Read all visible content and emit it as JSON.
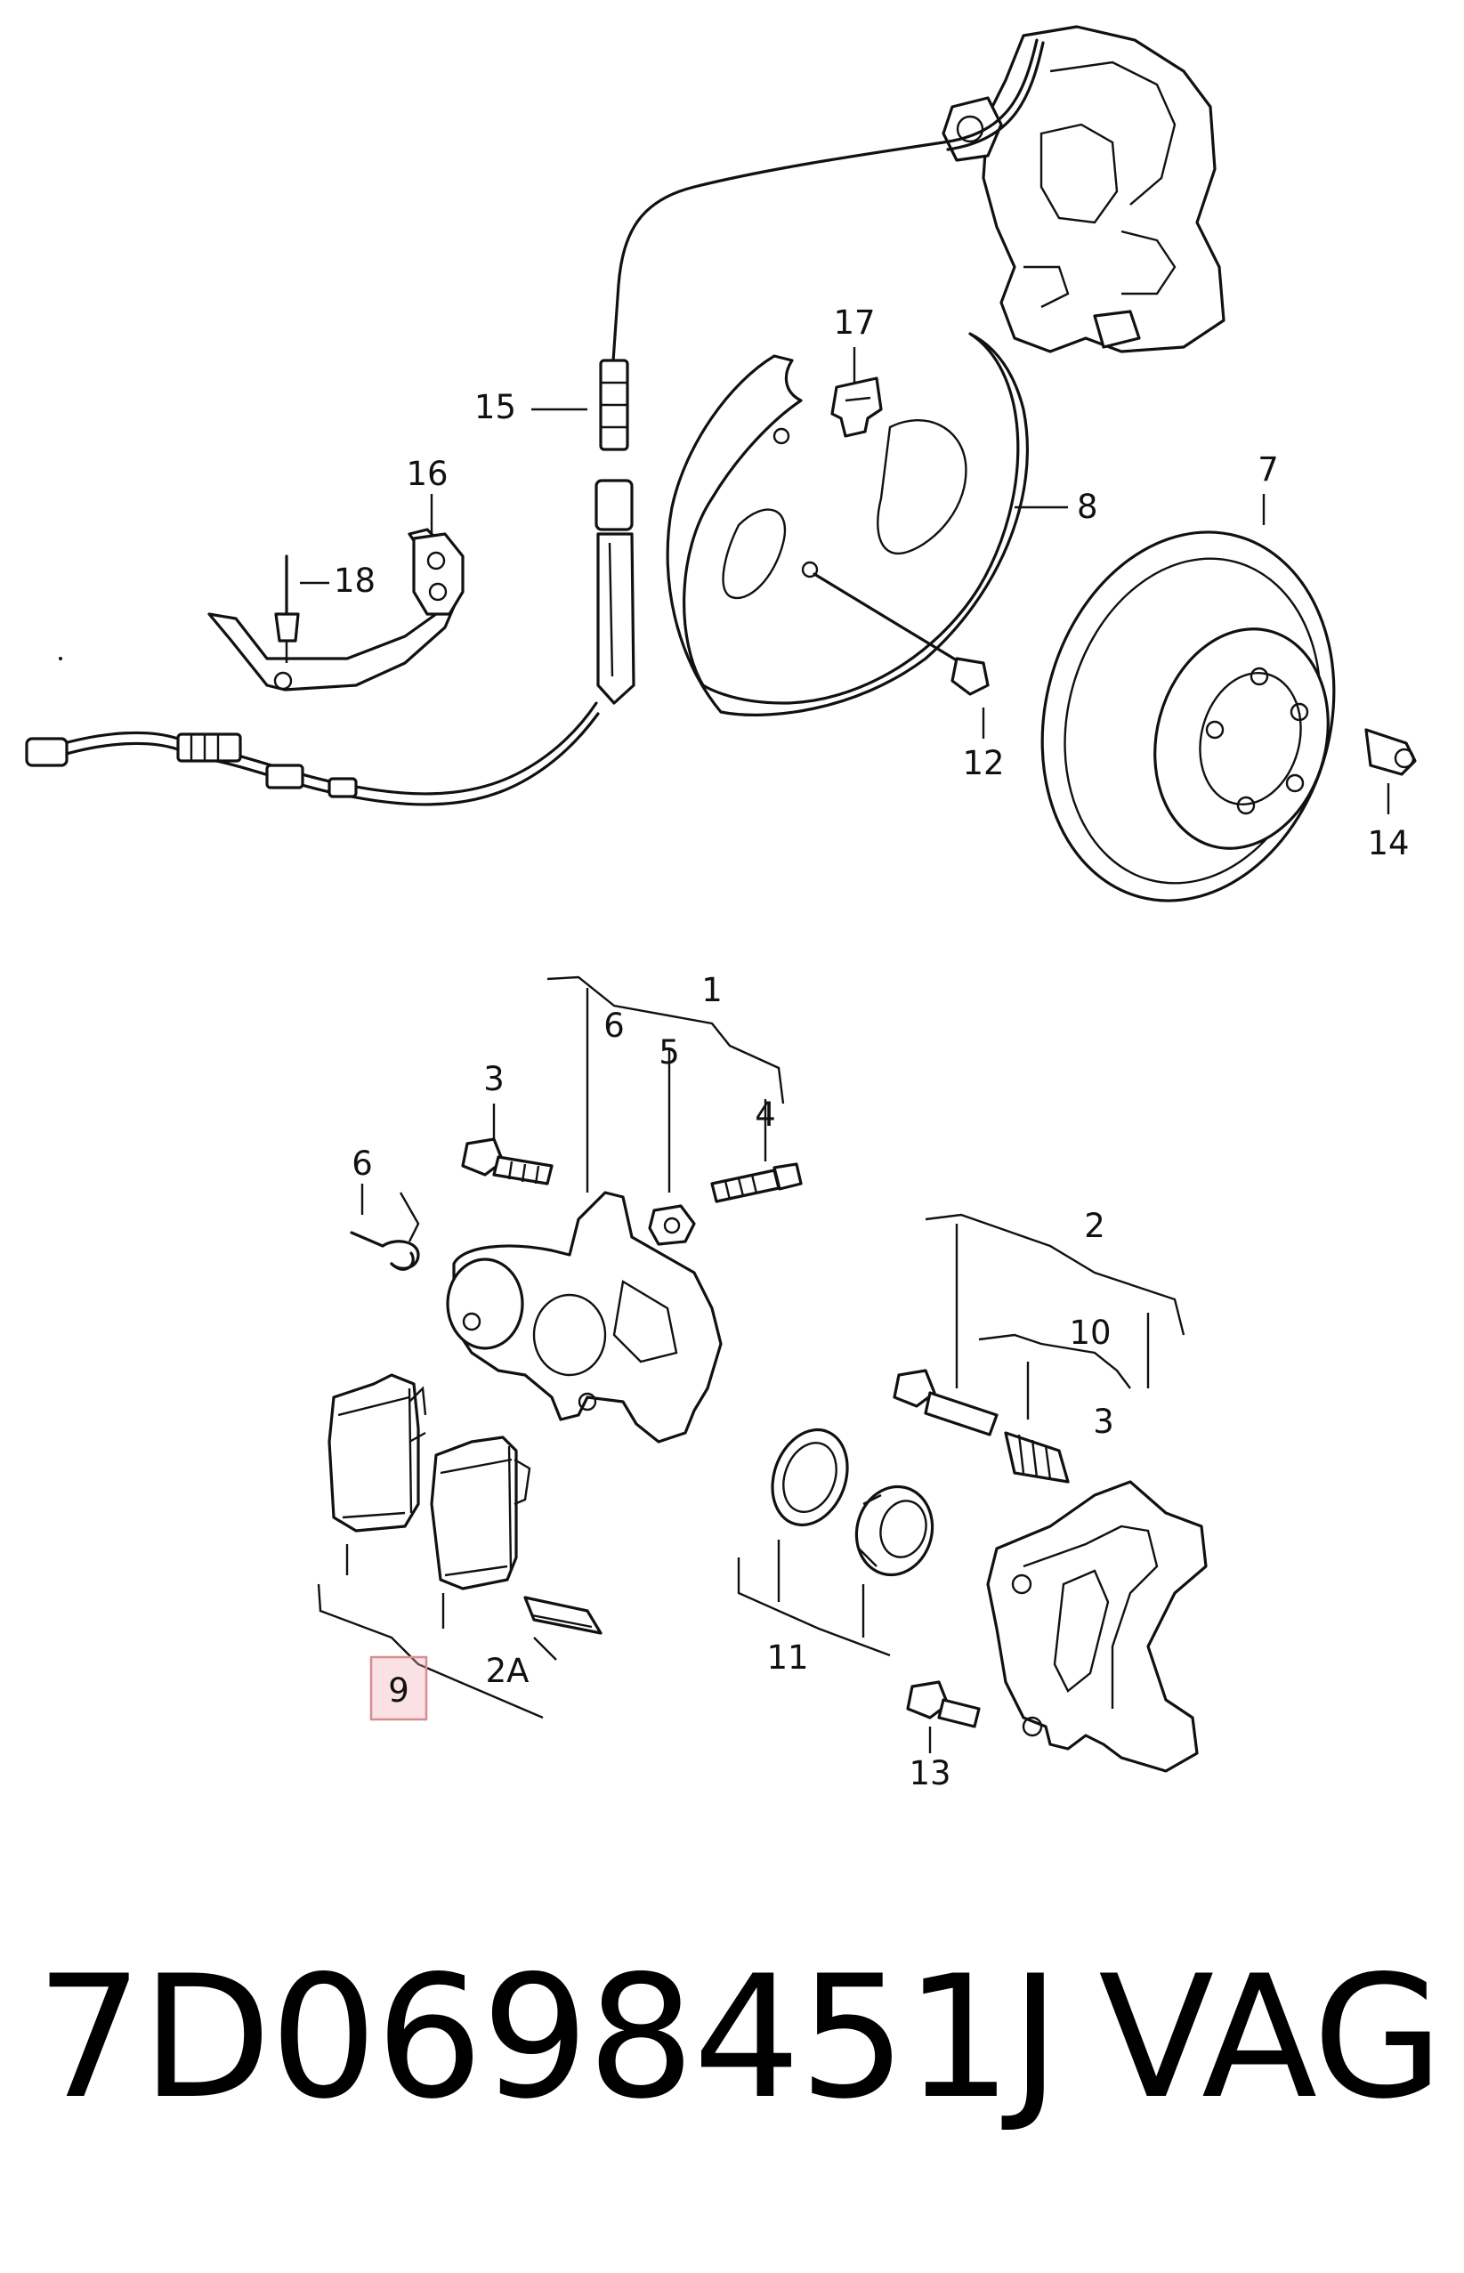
{
  "callouts": {
    "c1": "1",
    "c2": "2",
    "c2a": "2A",
    "c3a": "3",
    "c3b": "3",
    "c4": "4",
    "c5": "5",
    "c6a": "6",
    "c6b": "6",
    "c7": "7",
    "c8": "8",
    "c9": "9",
    "c10": "10",
    "c11": "11",
    "c12": "12",
    "c13": "13",
    "c14": "14",
    "c15": "15",
    "c16": "16",
    "c17": "17",
    "c18": "18"
  },
  "highlighted_callout": "9",
  "highlight_color": "#f0aaaf",
  "caption": {
    "part_number": "7D0698451J",
    "brand": "VAG"
  }
}
